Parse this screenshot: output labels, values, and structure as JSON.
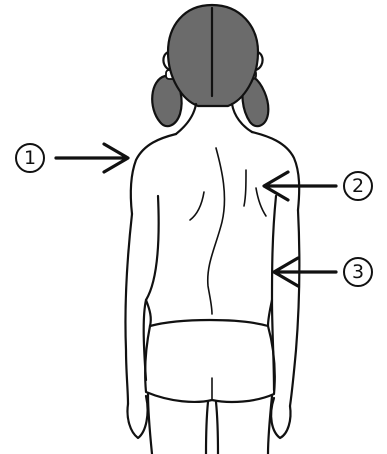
{
  "labels": {
    "marker_1": "1",
    "marker_2": "2",
    "marker_3": "3"
  },
  "colors": {
    "hair": "#6b6b6b",
    "outline": "#111111",
    "background": "#ffffff"
  }
}
